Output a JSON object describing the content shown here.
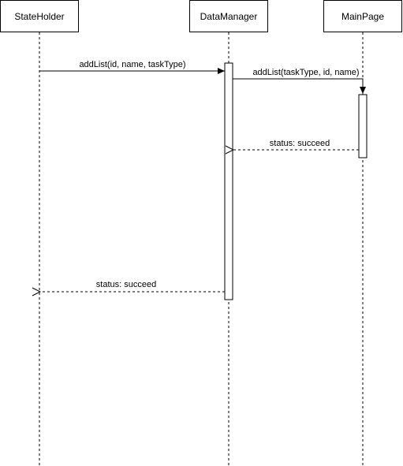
{
  "participants": [
    {
      "label": "StateHolder"
    },
    {
      "label": "DataManager"
    },
    {
      "label": "MainPage"
    }
  ],
  "messages": [
    {
      "label": "addList(id, name, taskType)",
      "from": "StateHolder",
      "to": "DataManager",
      "style": "solid"
    },
    {
      "label": "addList(taskType, id, name)",
      "from": "DataManager",
      "to": "MainPage",
      "style": "solid"
    },
    {
      "label": "status: succeed",
      "from": "MainPage",
      "to": "DataManager",
      "style": "dashed"
    },
    {
      "label": "status: succeed",
      "from": "DataManager",
      "to": "StateHolder",
      "style": "dashed"
    }
  ]
}
